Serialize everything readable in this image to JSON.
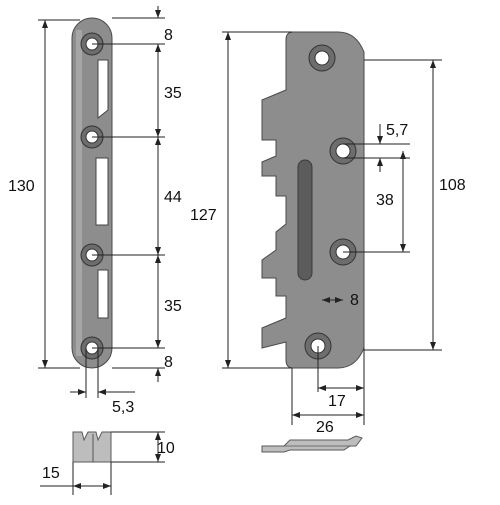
{
  "drawing": {
    "colors": {
      "steel": "#8d8d8d",
      "steel_light": "#bdbdbd",
      "outline": "#4a4a4a",
      "line": "#222222",
      "background": "#ffffff"
    },
    "dimensions": {
      "left_total": "130",
      "left_top_edge": "8",
      "left_pitch_1": "35",
      "left_pitch_2": "44",
      "left_pitch_3": "35",
      "left_bottom_edge": "8",
      "left_hole_dia": "5,3",
      "left_section_height": "10",
      "left_section_width": "15",
      "right_total": "127",
      "right_hole_span": "108",
      "right_hole_dia": "5,7",
      "right_hole_pitch": "38",
      "right_slot_offset": "8",
      "right_hole_to_edge": "17",
      "right_width": "26"
    }
  }
}
